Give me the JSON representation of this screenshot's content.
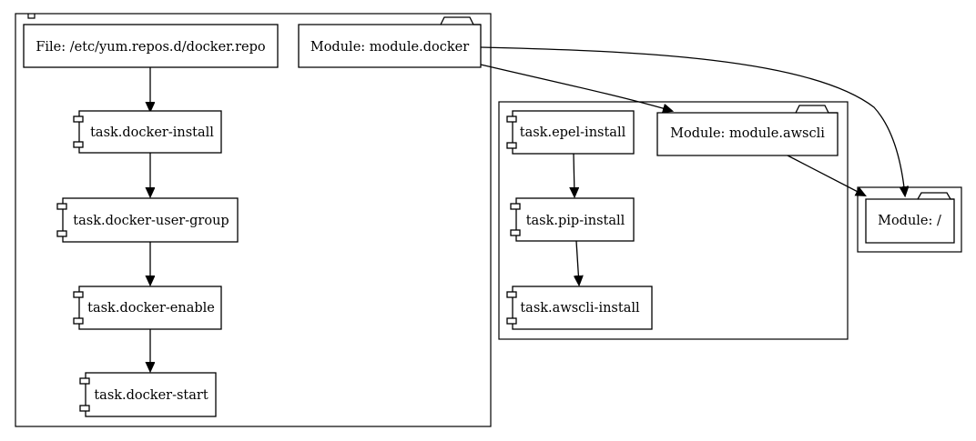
{
  "nodes": {
    "file_docker_repo": "File: /etc/yum.repos.d/docker.repo",
    "module_docker": "Module: module.docker",
    "task_docker_install": "task.docker-install",
    "task_docker_user_group": "task.docker-user-group",
    "task_docker_enable": "task.docker-enable",
    "task_docker_start": "task.docker-start",
    "task_epel_install": "task.epel-install",
    "module_awscli": "Module: module.awscli",
    "task_pip_install": "task.pip-install",
    "task_awscli_install": "task.awscli-install",
    "module_root": "Module: /"
  },
  "edges": [
    {
      "from": "file_docker_repo",
      "to": "task_docker_install"
    },
    {
      "from": "task_docker_install",
      "to": "task_docker_user_group"
    },
    {
      "from": "task_docker_user_group",
      "to": "task_docker_enable"
    },
    {
      "from": "task_docker_enable",
      "to": "task_docker_start"
    },
    {
      "from": "module_docker",
      "to": "module_awscli"
    },
    {
      "from": "module_docker",
      "to": "module_root"
    },
    {
      "from": "task_epel_install",
      "to": "task_pip_install"
    },
    {
      "from": "task_pip_install",
      "to": "task_awscli_install"
    },
    {
      "from": "module_awscli",
      "to": "module_root"
    }
  ]
}
